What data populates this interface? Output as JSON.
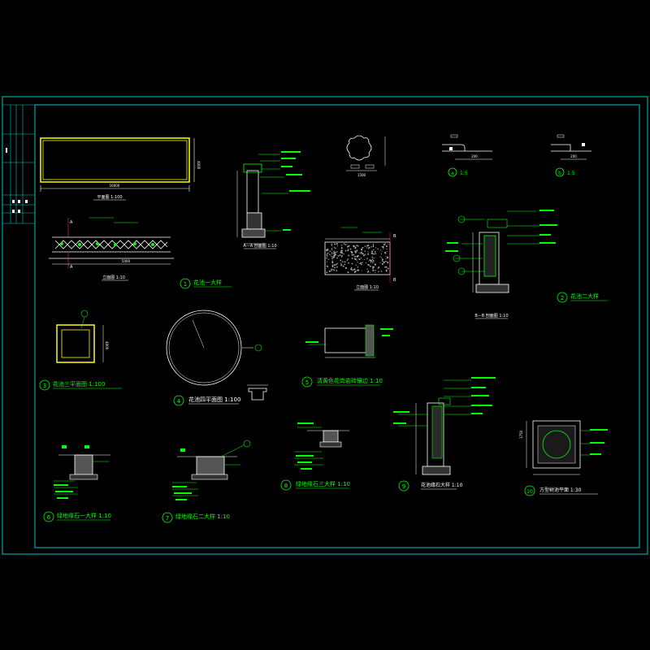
{
  "colors": {
    "background": "#000000",
    "frame": "#00c8c8",
    "yellow": "#ffff00",
    "white": "#ffffff",
    "green": "#00ff00",
    "red": "#ff3030",
    "cyan": "#00e0e0"
  },
  "titles": {
    "t1": "花池一大样",
    "t2": "花池二大样",
    "t3": "花池三平面图 1:100",
    "t4": "花池四平面图 1:100",
    "t5": "清黄色花岗岩砖镶边 1:10",
    "t6": "绿地缘石一大样 1:10",
    "t7": "绿地缘石二大样 1:10",
    "t8": "绿地缘石三大样 1:10",
    "t9": "花池缘石大样 1:10",
    "t10": "方型树池平面 1:30"
  },
  "circle_nums": {
    "n1": "1",
    "n2": "2",
    "n3": "3",
    "n4": "4",
    "n5": "5",
    "n6": "6",
    "n7": "7",
    "n8": "8",
    "n9": "9",
    "n10": "10",
    "na": "a",
    "nb": "b"
  },
  "subs": {
    "plan": "平面图 1:100",
    "elev": "立面图 1:10",
    "aa": "A—A 剖面图 1:10",
    "bb": "B—B 剖面图 1:10",
    "elev2": "立面图 1:10",
    "scale_a": "1:5",
    "scale_b": "1:5"
  },
  "dims": {
    "plan_w": "16000",
    "plan_h": "4000",
    "elev_w": "5000",
    "sq_h": "4000",
    "tree_h": "1750",
    "flower_w": "1500",
    "a_w": "200",
    "b_w": "200"
  },
  "letters": {
    "A": "A",
    "B": "B"
  }
}
